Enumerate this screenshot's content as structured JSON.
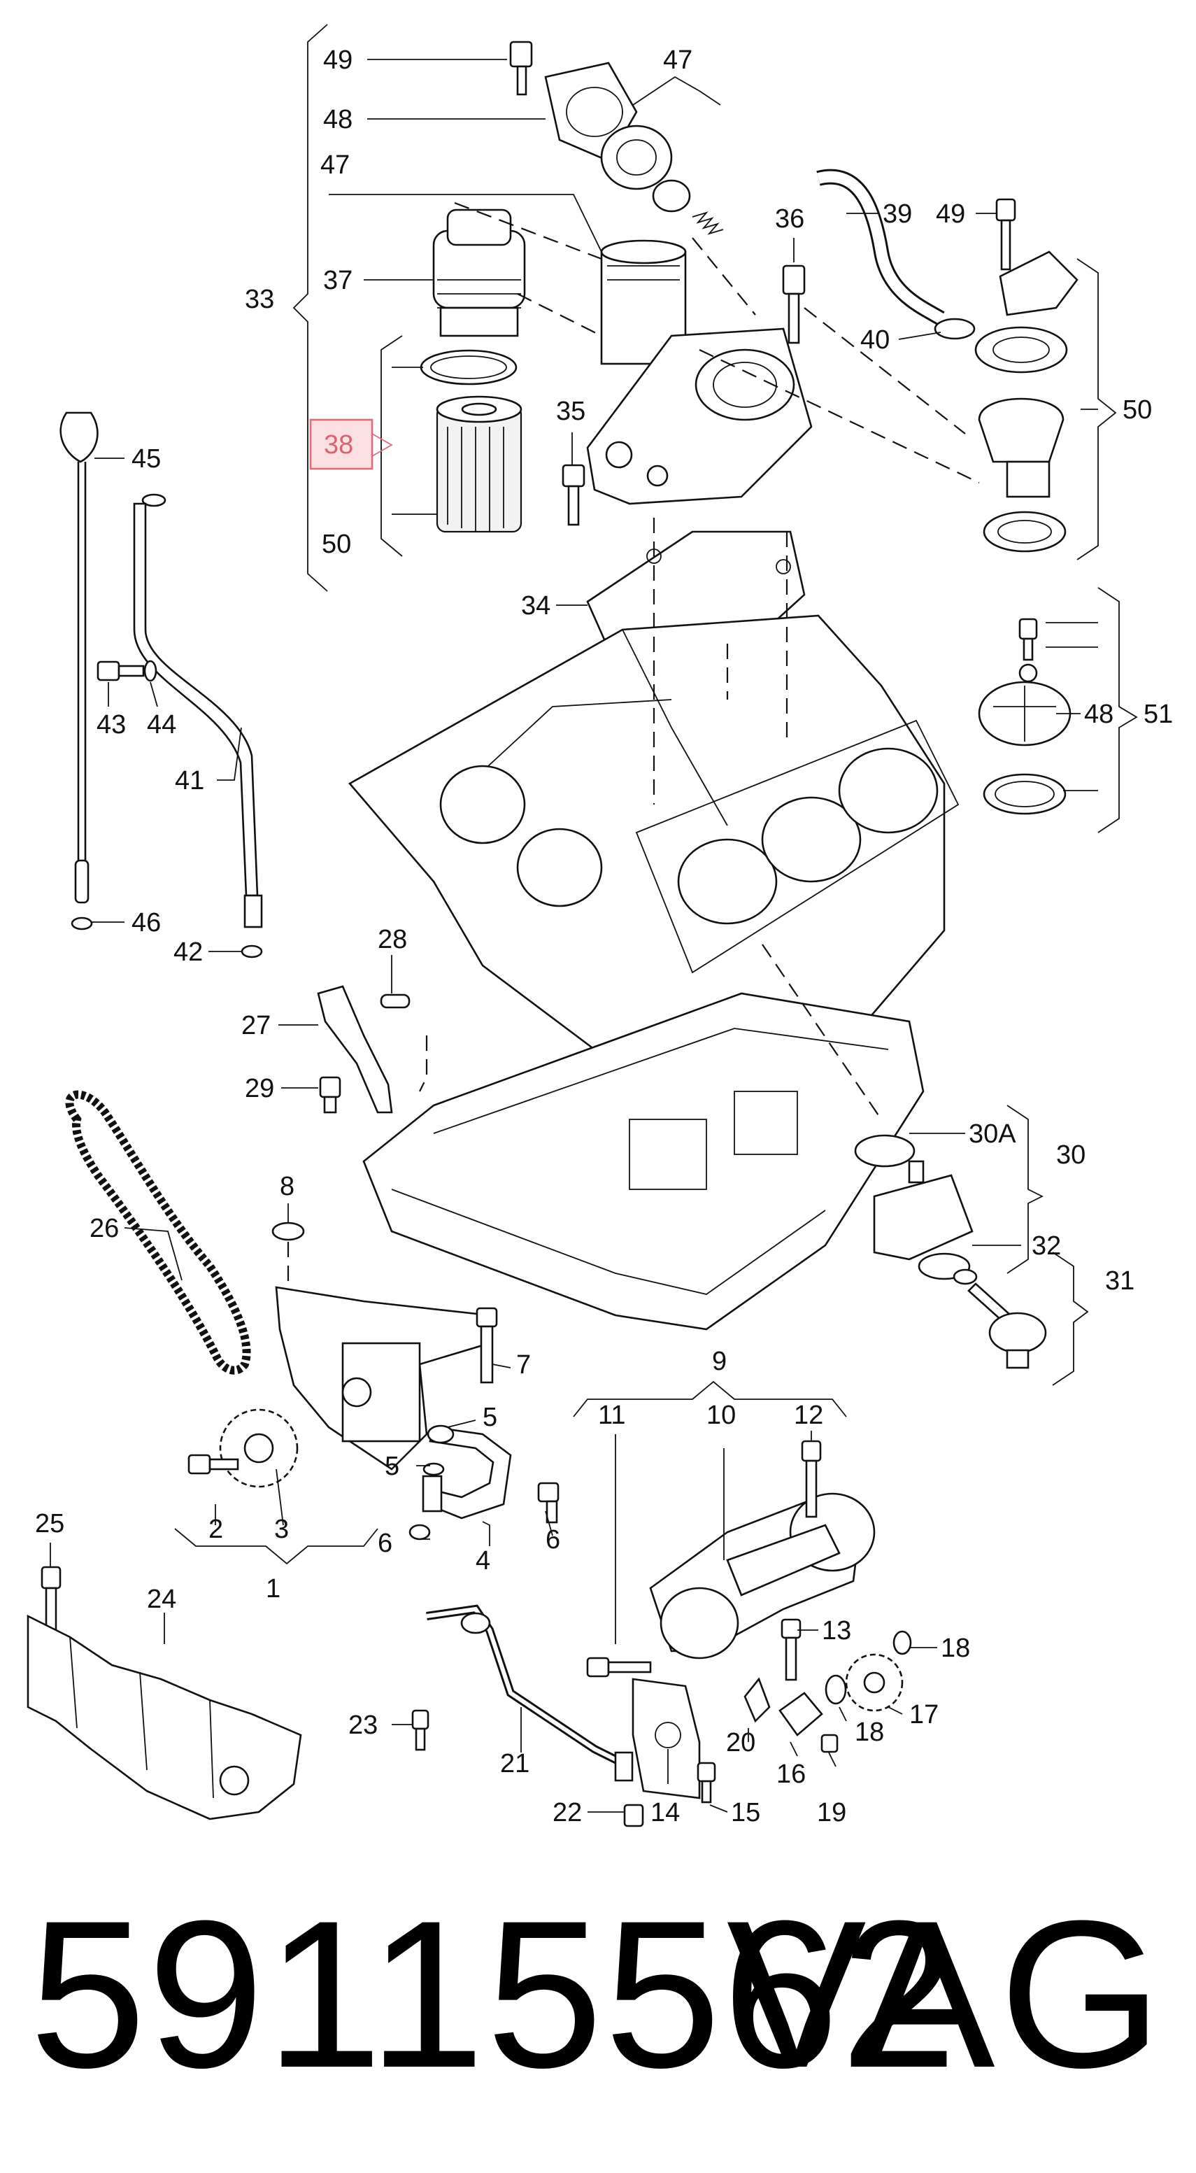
{
  "callouts": {
    "c49a": "49",
    "c48a": "48",
    "c47a": "47",
    "c47b": "47",
    "c33": "33",
    "c37": "37",
    "c38": "38",
    "c50a": "50",
    "c36": "36",
    "c39": "39",
    "c49b": "49",
    "c40": "40",
    "c50b": "50",
    "c35": "35",
    "c45": "45",
    "c34": "34",
    "c43": "43",
    "c44": "44",
    "c48b": "48",
    "c51": "51",
    "c41": "41",
    "c46": "46",
    "c42": "42",
    "c28": "28",
    "c27": "27",
    "c29": "29",
    "c30a": "30A",
    "c30": "30",
    "c8": "8",
    "c26": "26",
    "c32": "32",
    "c31": "31",
    "c7": "7",
    "c9": "9",
    "c11": "11",
    "c10": "10",
    "c12": "12",
    "c5a": "5",
    "c5b": "5",
    "c25": "25",
    "c2": "2",
    "c3": "3",
    "c6a": "6",
    "c6b": "6",
    "c4": "4",
    "c1": "1",
    "c13": "13",
    "c18a": "18",
    "c24": "24",
    "c17": "17",
    "c18b": "18",
    "c23": "23",
    "c20": "20",
    "c16": "16",
    "c21": "21",
    "c22": "22",
    "c14": "14",
    "c15": "15",
    "c19": "19"
  },
  "highlight": {
    "label": "38",
    "color": "#e06d78",
    "fill": "#fcdfe2"
  },
  "footer": {
    "part_number": "59115562",
    "brand": "VAG"
  }
}
